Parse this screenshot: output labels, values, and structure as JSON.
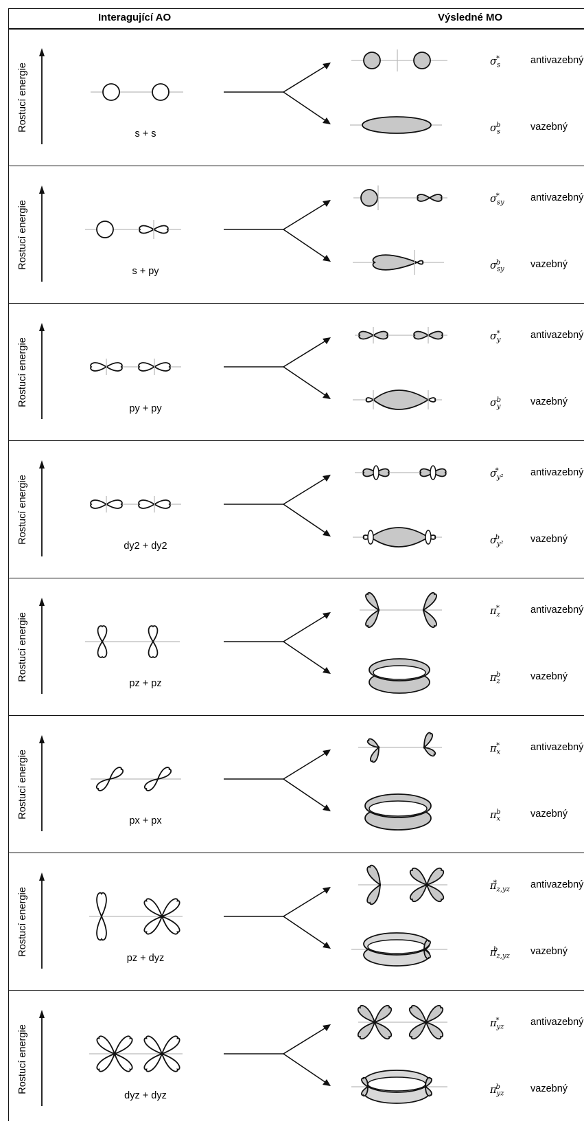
{
  "header": {
    "left": "Interagující AO",
    "right": "Výsledné MO"
  },
  "y_axis_label": "Rostucí energie",
  "rows": [
    {
      "ao": "s + s",
      "upper_symbol_base": "σ",
      "upper_symbol_sup": "*",
      "upper_symbol_sub": "s",
      "upper_type": "antivazebný",
      "lower_symbol_base": "σ",
      "lower_symbol_sup": "b",
      "lower_symbol_sub": "s",
      "lower_type": "vazebný"
    },
    {
      "ao": "s + py",
      "ao_html": [
        "s + p",
        "y"
      ],
      "upper_symbol_base": "σ",
      "upper_symbol_sup": "*",
      "upper_symbol_sub": "sy",
      "upper_type": "antivazebný",
      "lower_symbol_base": "σ",
      "lower_symbol_sup": "b",
      "lower_symbol_sub": "sy",
      "lower_type": "vazebný"
    },
    {
      "ao": "py + py",
      "upper_symbol_base": "σ",
      "upper_symbol_sup": "*",
      "upper_symbol_sub": "y",
      "upper_type": "antivazebný",
      "lower_symbol_base": "σ",
      "lower_symbol_sup": "b",
      "lower_symbol_sub": "y",
      "lower_type": "vazebný"
    },
    {
      "ao": "dy2 + dy2",
      "upper_symbol_base": "σ",
      "upper_symbol_sup": "*",
      "upper_symbol_sub": "y²",
      "upper_type": "antivazebný",
      "lower_symbol_base": "σ",
      "lower_symbol_sup": "b",
      "lower_symbol_sub": "y²",
      "lower_type": "vazebný"
    },
    {
      "ao": "pz + pz",
      "upper_symbol_base": "π",
      "upper_symbol_sup": "*",
      "upper_symbol_sub": "z",
      "upper_type": "antivazebný",
      "lower_symbol_base": "π",
      "lower_symbol_sup": "b",
      "lower_symbol_sub": "z",
      "lower_type": "vazebný"
    },
    {
      "ao": "px + px",
      "upper_symbol_base": "π",
      "upper_symbol_sup": "*",
      "upper_symbol_sub": "x",
      "upper_type": "antivazebný",
      "lower_symbol_base": "π",
      "lower_symbol_sup": "b",
      "lower_symbol_sub": "x",
      "lower_type": "vazebný"
    },
    {
      "ao": "pz + dyz",
      "upper_symbol_base": "π",
      "upper_symbol_sup": "*",
      "upper_symbol_sub": "z,yz",
      "upper_type": "antivazebný",
      "lower_symbol_base": "π",
      "lower_symbol_sup": "b",
      "lower_symbol_sub": "z,yz",
      "lower_type": "vazebný"
    },
    {
      "ao": "dyz + dyz",
      "upper_symbol_base": "π",
      "upper_symbol_sup": "*",
      "upper_symbol_sub": "yz",
      "upper_type": "antivazebný",
      "lower_symbol_base": "π",
      "lower_symbol_sup": "b",
      "lower_symbol_sub": "yz",
      "lower_type": "vazebný"
    }
  ]
}
